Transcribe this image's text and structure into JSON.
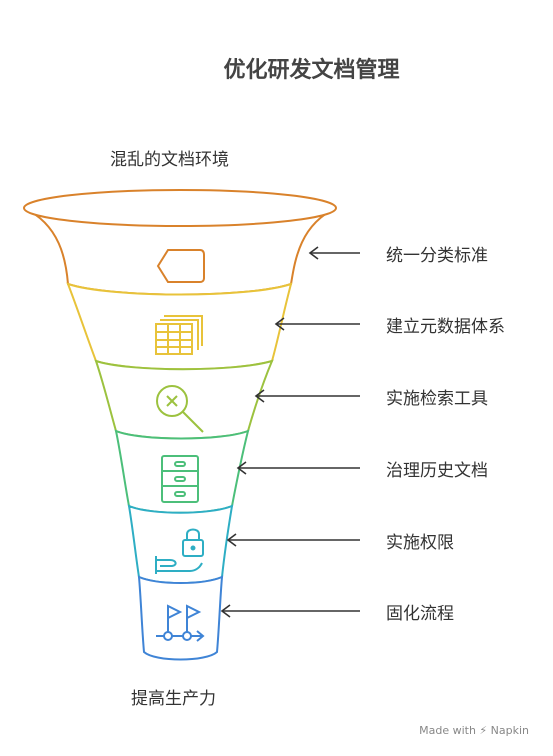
{
  "title": "优化研发文档管理",
  "top_label": "混乱的文档环境",
  "bottom_label": "提高生产力",
  "steps": [
    {
      "label": "统一分类标准",
      "icon": "tag-icon",
      "color": "#d9822b"
    },
    {
      "label": "建立元数据体系",
      "icon": "spreadsheet-icon",
      "color": "#e8c33a"
    },
    {
      "label": "实施检索工具",
      "icon": "search-icon",
      "color": "#9cc23f"
    },
    {
      "label": "治理历史文档",
      "icon": "cabinet-icon",
      "color": "#4cbf7a"
    },
    {
      "label": "实施权限",
      "icon": "lock-icon",
      "color": "#2eaec4"
    },
    {
      "label": "固化流程",
      "icon": "flow-flags-icon",
      "color": "#3f84d6"
    }
  ],
  "watermark": "Made with ⚡ Napkin"
}
